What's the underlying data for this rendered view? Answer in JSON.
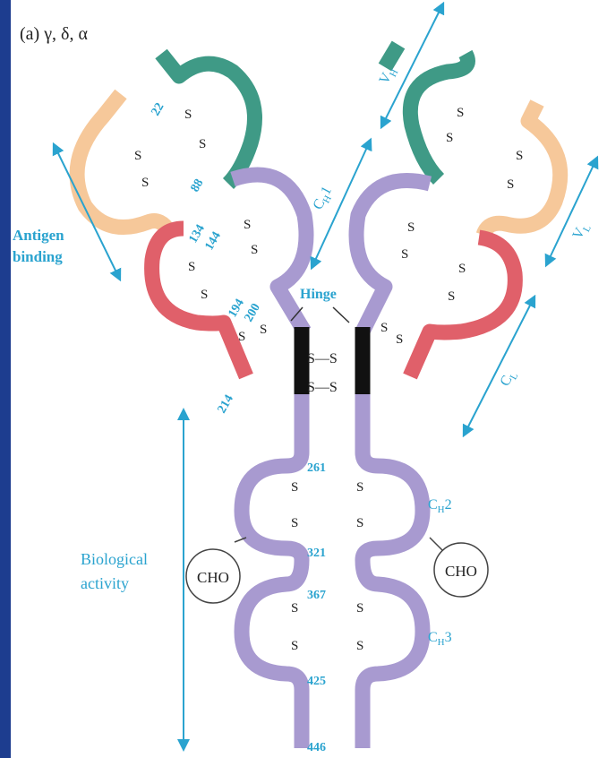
{
  "title": "(a) γ, δ, α",
  "colors": {
    "vh_green": "#3f9a86",
    "vl_orange": "#f6c89a",
    "cl_red": "#e0606a",
    "heavy_purple": "#a89ad0",
    "hinge_black": "#111111",
    "label_blue": "#2aa3cf",
    "frame_blue": "#1d3d8f"
  },
  "labels": {
    "antigen_line1": "Antigen",
    "antigen_line2": "binding",
    "bio_line1": "Biological",
    "bio_line2": "activity",
    "hinge": "Hinge",
    "vh": "V",
    "vh_sub": "H",
    "vl": "V",
    "vl_sub": "L",
    "ch1": "C",
    "ch1_sub": "H",
    "ch1_num": "1",
    "cl": "C",
    "cl_sub": "L",
    "ch2": "C",
    "ch2_sub": "H",
    "ch2_num": "2",
    "ch3": "C",
    "ch3_sub": "H",
    "ch3_num": "3",
    "cho_left": "CHO",
    "cho_right": "CHO"
  },
  "residues": {
    "r22": "22",
    "r88": "88",
    "r134": "134",
    "r144": "144",
    "r194": "194",
    "r200": "200",
    "r214": "214",
    "r261": "261",
    "r321": "321",
    "r367": "367",
    "r425": "425",
    "r446": "446"
  },
  "bonds": {
    "ss": "S",
    "ss_pair": "S—S"
  }
}
